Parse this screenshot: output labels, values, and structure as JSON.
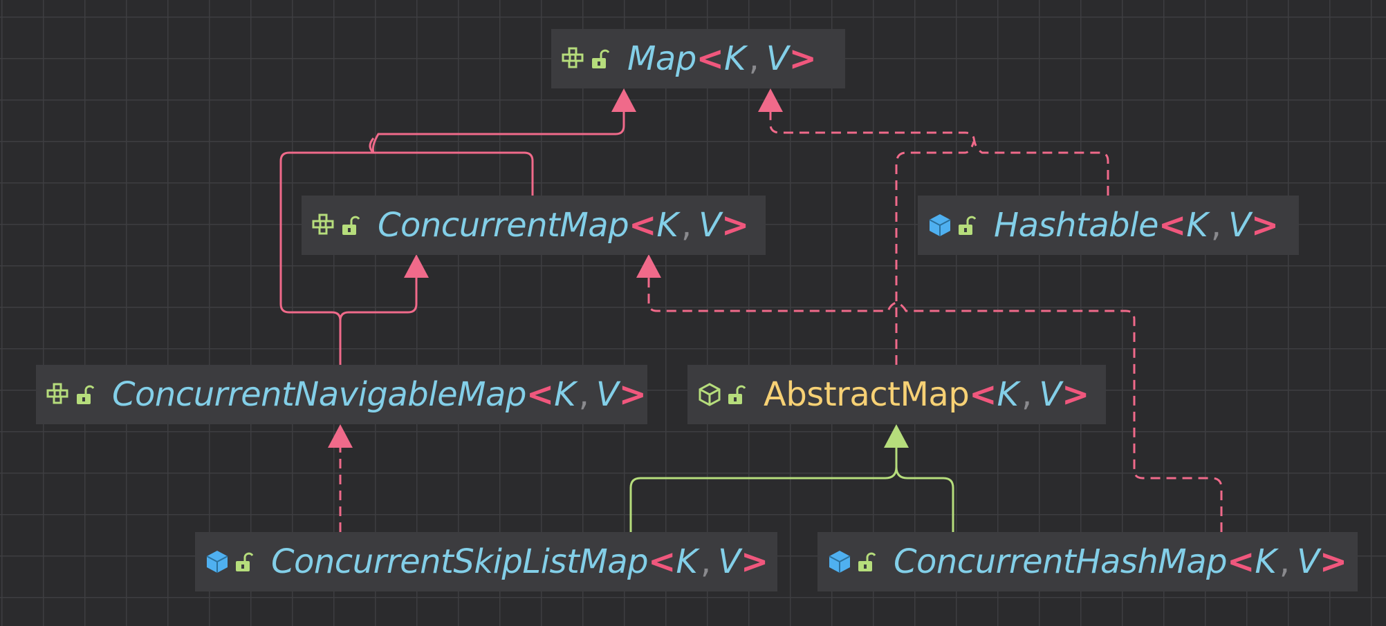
{
  "colors": {
    "background": "#2b2b2d",
    "node_fill": "#3c3c3f",
    "name": "#83cfe8",
    "abstract_name": "#f7d175",
    "bracket": "#f0577d",
    "extends_edge": "#f06a8a",
    "subclass_edge": "#b6dd7c",
    "interface_icon": "#b6dd7c",
    "class_icon": "#4fb0f0"
  },
  "type_params": {
    "open": "<",
    "first": "K",
    "sep": ",",
    "second": "V",
    "close": ">"
  },
  "nodes": {
    "map": {
      "name": "Map",
      "kind": "interface",
      "icon": "interface-icon",
      "access": "public-lock-icon"
    },
    "concurrent_map": {
      "name": "ConcurrentMap",
      "kind": "interface",
      "icon": "interface-icon",
      "access": "public-lock-icon"
    },
    "hashtable": {
      "name": "Hashtable",
      "kind": "class",
      "icon": "class-icon",
      "access": "public-lock-icon"
    },
    "concurrent_navigable_map": {
      "name": "ConcurrentNavigableMap",
      "kind": "interface",
      "icon": "interface-icon",
      "access": "public-lock-icon"
    },
    "abstract_map": {
      "name": "AbstractMap",
      "kind": "abstract class",
      "icon": "abstract-class-icon",
      "access": "public-lock-icon"
    },
    "concurrent_skip_list_map": {
      "name": "ConcurrentSkipListMap",
      "kind": "class",
      "icon": "class-icon",
      "access": "public-lock-icon"
    },
    "concurrent_hash_map": {
      "name": "ConcurrentHashMap",
      "kind": "class",
      "icon": "class-icon",
      "access": "public-lock-icon"
    }
  },
  "edges": [
    {
      "from": "concurrent_map",
      "to": "map",
      "style": "solid"
    },
    {
      "from": "concurrent_navigable_map",
      "to": "map",
      "style": "solid"
    },
    {
      "from": "concurrent_navigable_map",
      "to": "concurrent_map",
      "style": "solid"
    },
    {
      "from": "hashtable",
      "to": "map",
      "style": "dashed"
    },
    {
      "from": "abstract_map",
      "to": "map",
      "style": "dashed"
    },
    {
      "from": "concurrent_skip_list_map",
      "to": "concurrent_navigable_map",
      "style": "dashed"
    },
    {
      "from": "concurrent_hash_map",
      "to": "concurrent_map",
      "style": "dashed"
    },
    {
      "from": "concurrent_skip_list_map",
      "to": "abstract_map",
      "style": "solid-green"
    },
    {
      "from": "concurrent_hash_map",
      "to": "abstract_map",
      "style": "solid-green"
    }
  ]
}
